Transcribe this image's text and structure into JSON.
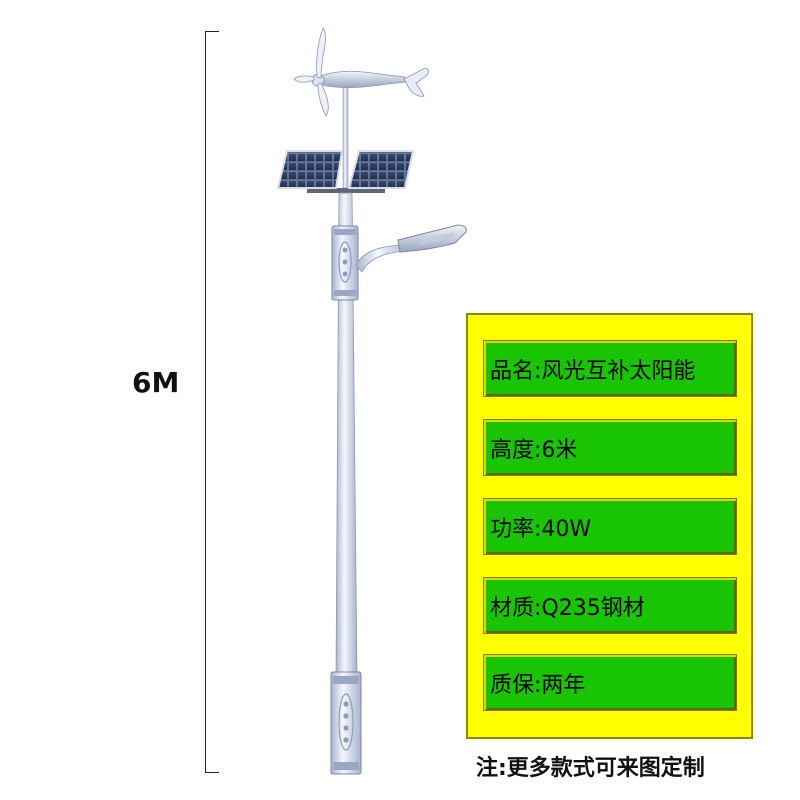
{
  "product": {
    "height_marker": "6M",
    "specs": [
      {
        "label": "品名:风光互补太阳能"
      },
      {
        "label": "高度:6米"
      },
      {
        "label": "功率:40W"
      },
      {
        "label": "材质:Q235钢材"
      },
      {
        "label": "质保:两年"
      }
    ],
    "note": "注:更多款式可来图定制"
  },
  "colors": {
    "panel_background": "#ffff00",
    "row_background": "#19c400",
    "pole": "#dfe6f5"
  },
  "illustration": {
    "icons": [
      "wind-turbine-icon",
      "solar-panel-icon",
      "street-light-icon"
    ]
  }
}
